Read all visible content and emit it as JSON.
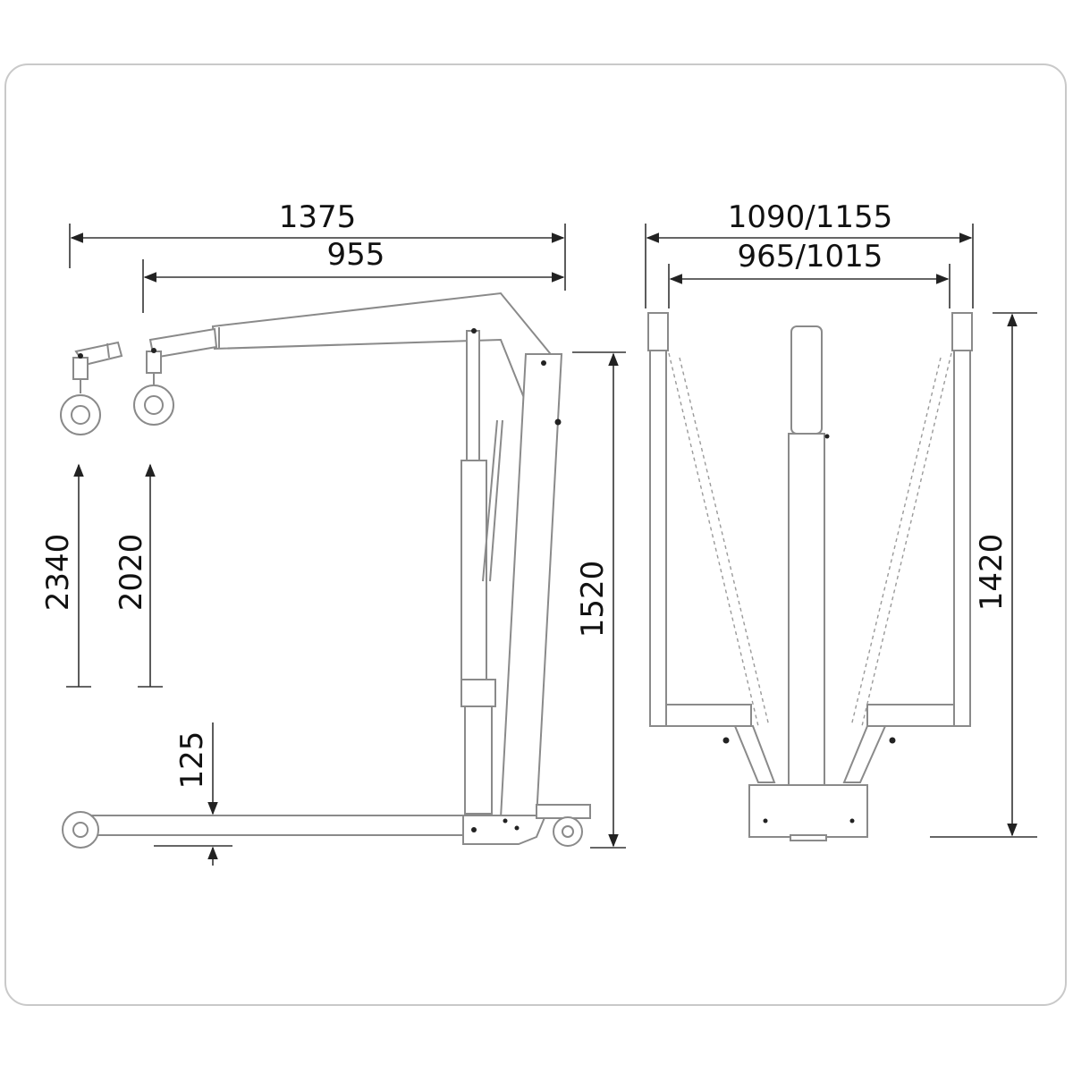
{
  "side_view": {
    "dimensions": {
      "overall_length": "1375",
      "boom_length": "955",
      "max_height_extended": "2340",
      "max_height_retracted": "2020",
      "mast_height": "1520",
      "ground_clearance": "125"
    }
  },
  "front_view": {
    "dimensions": {
      "outer_width": "1090/1155",
      "inner_width": "965/1015",
      "overall_height": "1420"
    }
  },
  "colors": {
    "outline": "#8a8a8a",
    "dimension": "#333333",
    "text": "#111111"
  }
}
